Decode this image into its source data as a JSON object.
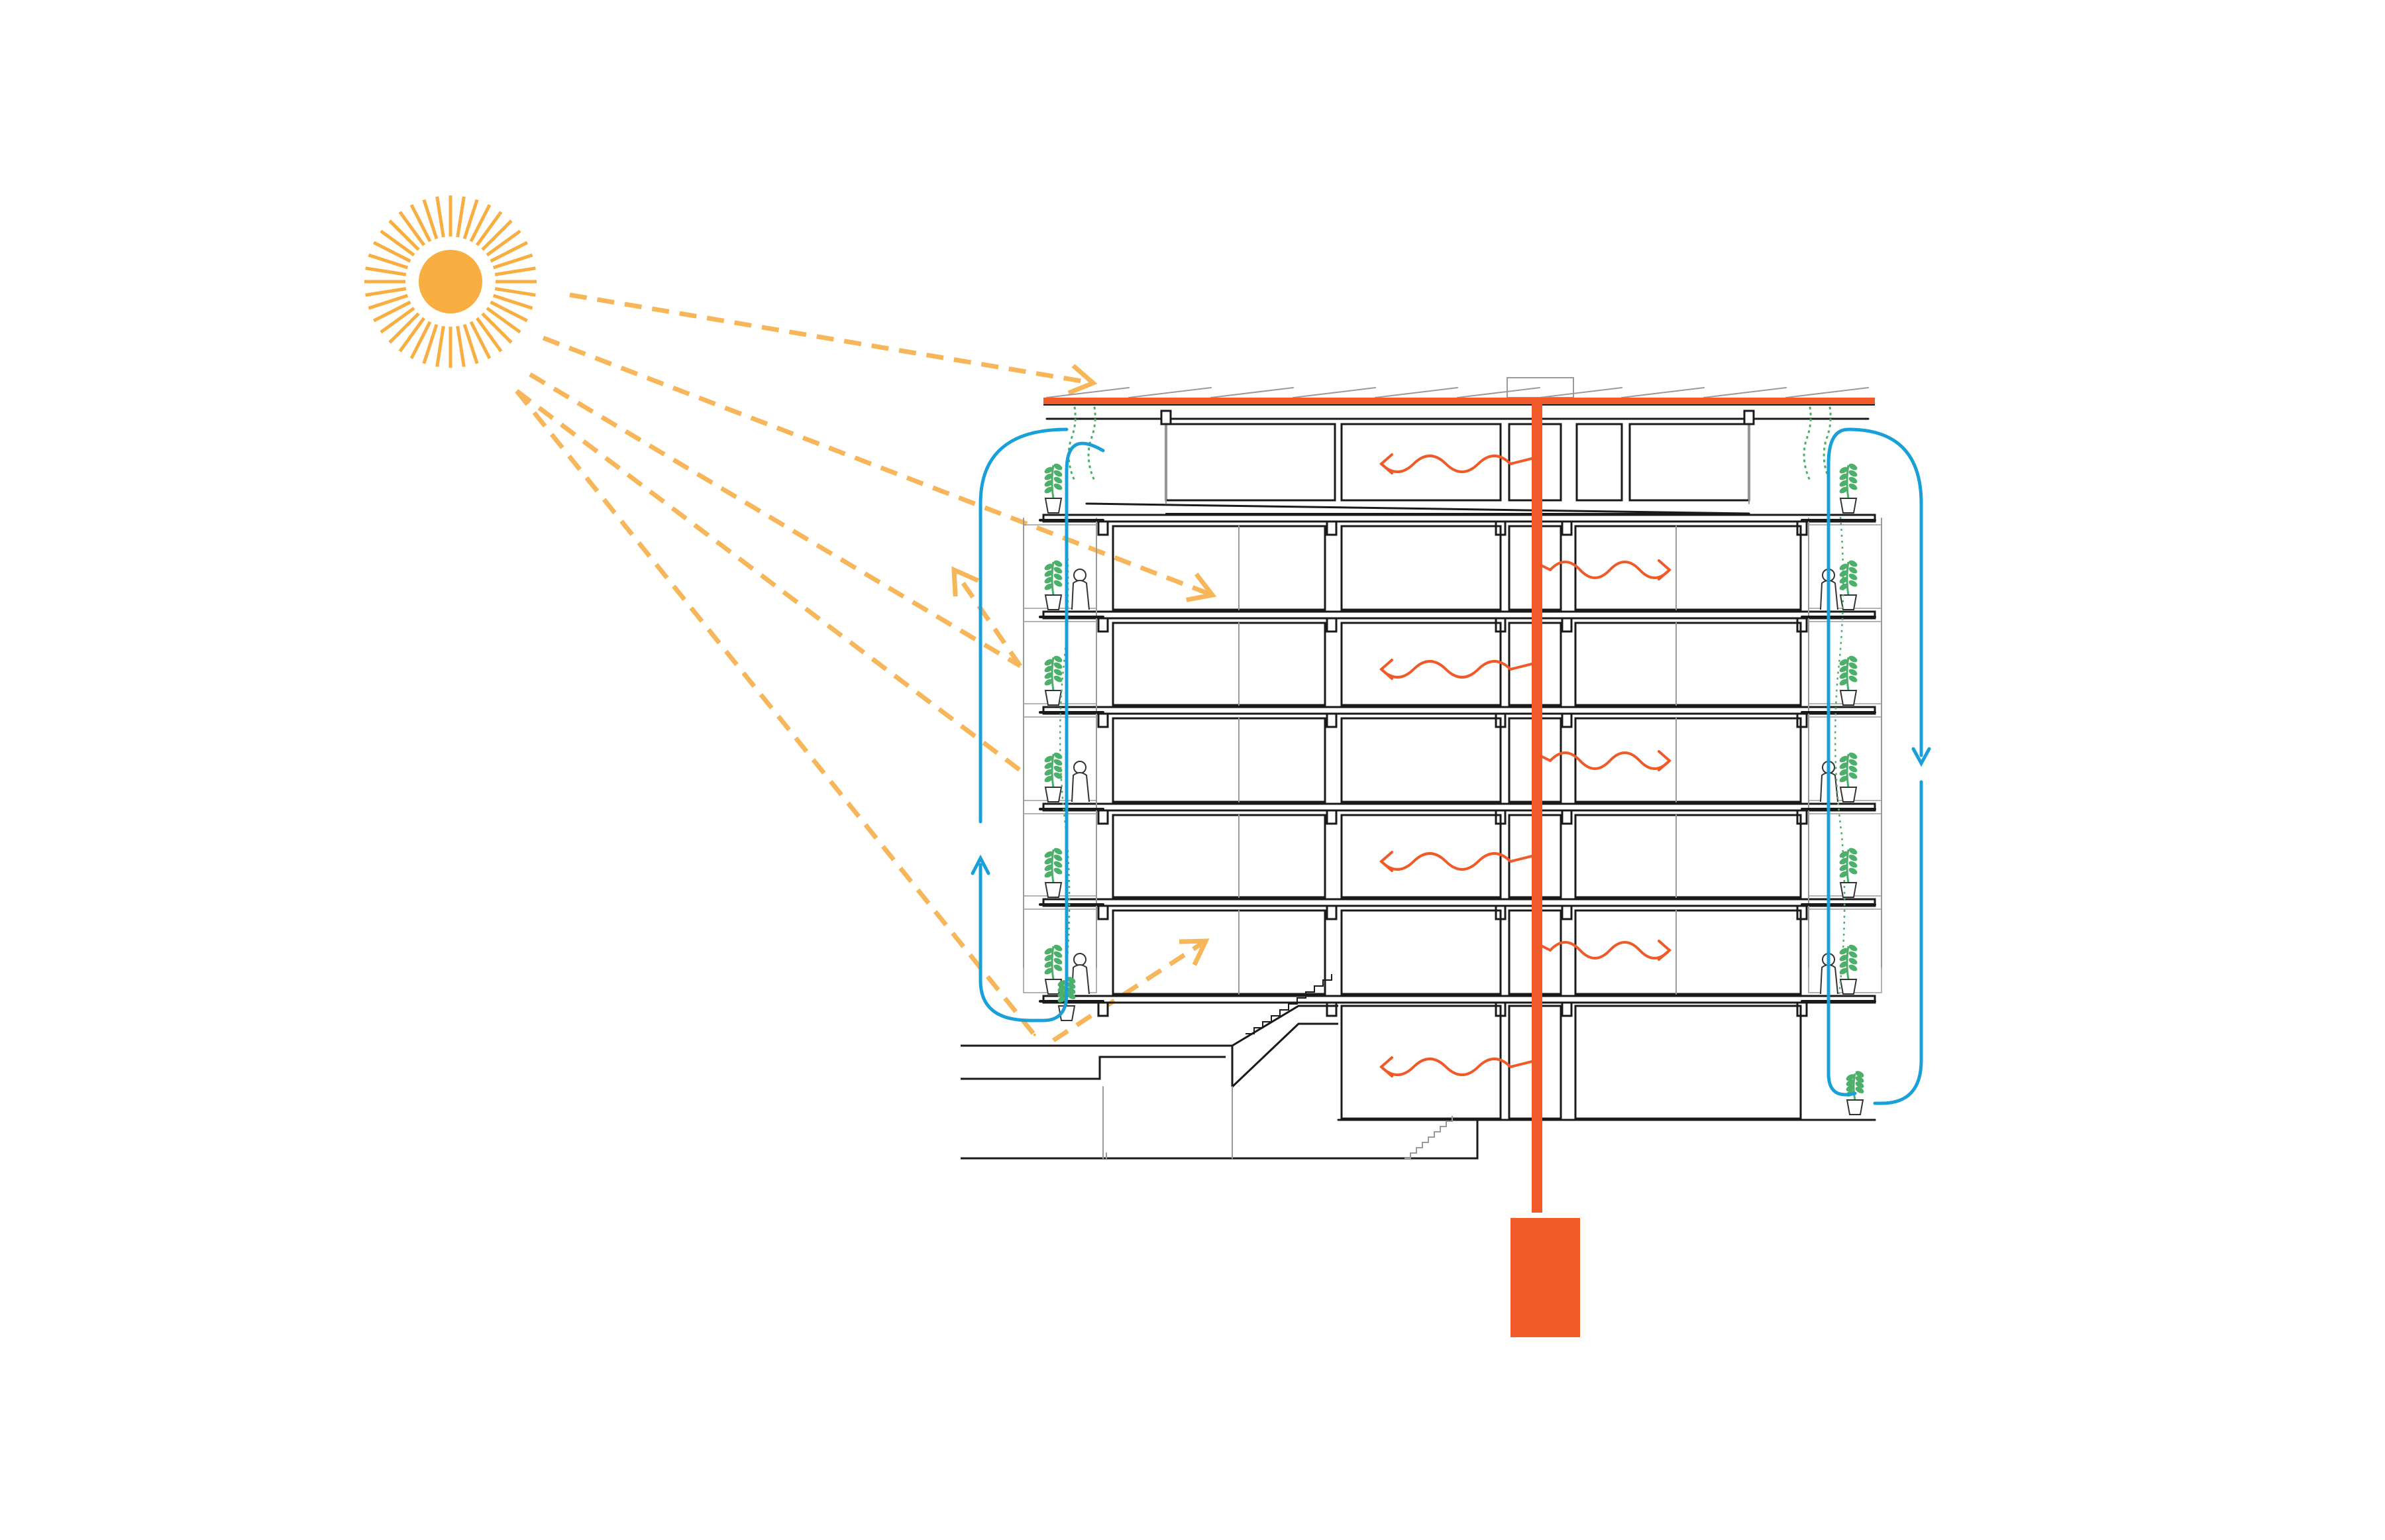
{
  "diagram": {
    "kind": "building-section-energy-diagram",
    "floors_above_podium": 6,
    "colors": {
      "background": "#ffffff",
      "sun": "#f9ae42",
      "sun_rays": "#f9ae42",
      "solar_path": "#f7b65a",
      "heat": "#f05a28",
      "air_flow": "#1aa0d8",
      "structure": "#1a1a1a",
      "structure_light": "#9a9a9a",
      "vegetation": "#4caf6a",
      "person": "#333333"
    },
    "elements": {
      "sun": "sun-icon",
      "solar_rays": "dashed-arrow",
      "heat_flow": "wavy-arrow",
      "geothermal_pipe": "vertical-pipe",
      "ground_store": "heat-storage-block",
      "ventilation_loops": "air-loop-arrow"
    }
  }
}
